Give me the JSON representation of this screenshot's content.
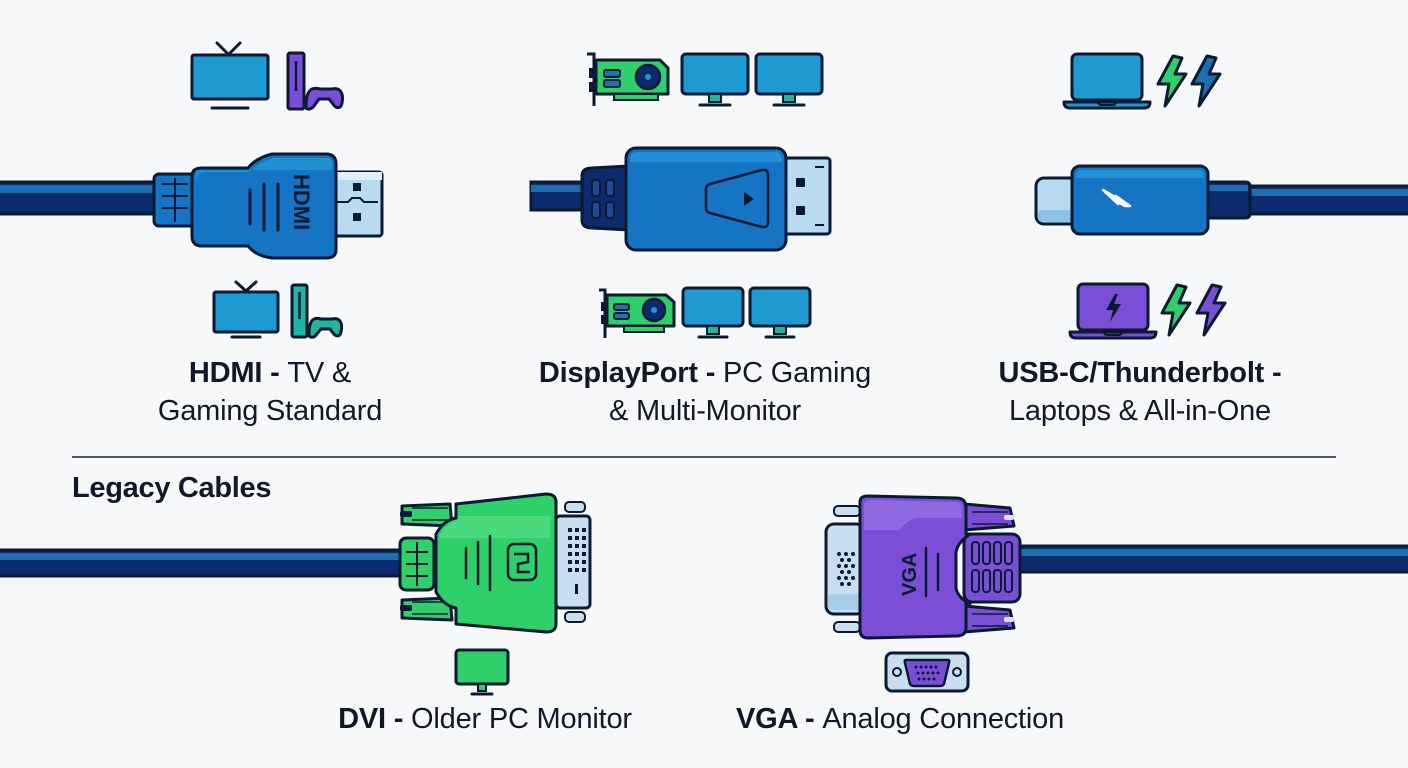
{
  "colors": {
    "outline": "#0b1a33",
    "cable_dark": "#0d2a6e",
    "cable_light": "#1a6fb0",
    "connector_blue": "#1574c4",
    "connector_blue_light": "#2596d6",
    "metal": "#b9dbf0",
    "screen_blue": "#1f9ad1",
    "green": "#2fcf6a",
    "purple": "#7a4fd6",
    "teal": "#1fb59e",
    "background": "#f7f8fa"
  },
  "modern": [
    {
      "id": "hdmi",
      "connector_text": "HDMI",
      "title": "HDMI",
      "separator": " - ",
      "desc_line1": "TV &",
      "desc_line2": "Gaming Standard",
      "icons_top": [
        "tv-icon",
        "game-console-icon"
      ],
      "icons_bottom": [
        "tv-icon",
        "game-console-icon"
      ]
    },
    {
      "id": "displayport",
      "title": "DisplayPort",
      "separator": " - ",
      "desc_line1": "PC Gaming",
      "desc_line2": "& Multi-Monitor",
      "icons_top": [
        "graphics-card-icon",
        "monitor-icon",
        "monitor-icon"
      ],
      "icons_bottom": [
        "graphics-card-icon",
        "monitor-icon",
        "monitor-icon"
      ]
    },
    {
      "id": "usbc",
      "title": "USB-C/Thunderbolt",
      "separator": " -",
      "desc_line2": "Laptops & All-in-One",
      "icons_top": [
        "laptop-icon",
        "lightning-icon",
        "lightning-icon"
      ],
      "icons_bottom": [
        "laptop-icon",
        "lightning-icon",
        "lightning-icon"
      ]
    }
  ],
  "legacy": {
    "section_title": "Legacy Cables",
    "items": [
      {
        "id": "dvi",
        "title": "DVI",
        "separator": " - ",
        "desc": "Older PC Monitor",
        "icon": "monitor-icon"
      },
      {
        "id": "vga",
        "connector_text": "VGA",
        "title": "VGA",
        "separator": " - ",
        "desc": "Analog Connection",
        "icon": "vga-port-icon"
      }
    ]
  }
}
